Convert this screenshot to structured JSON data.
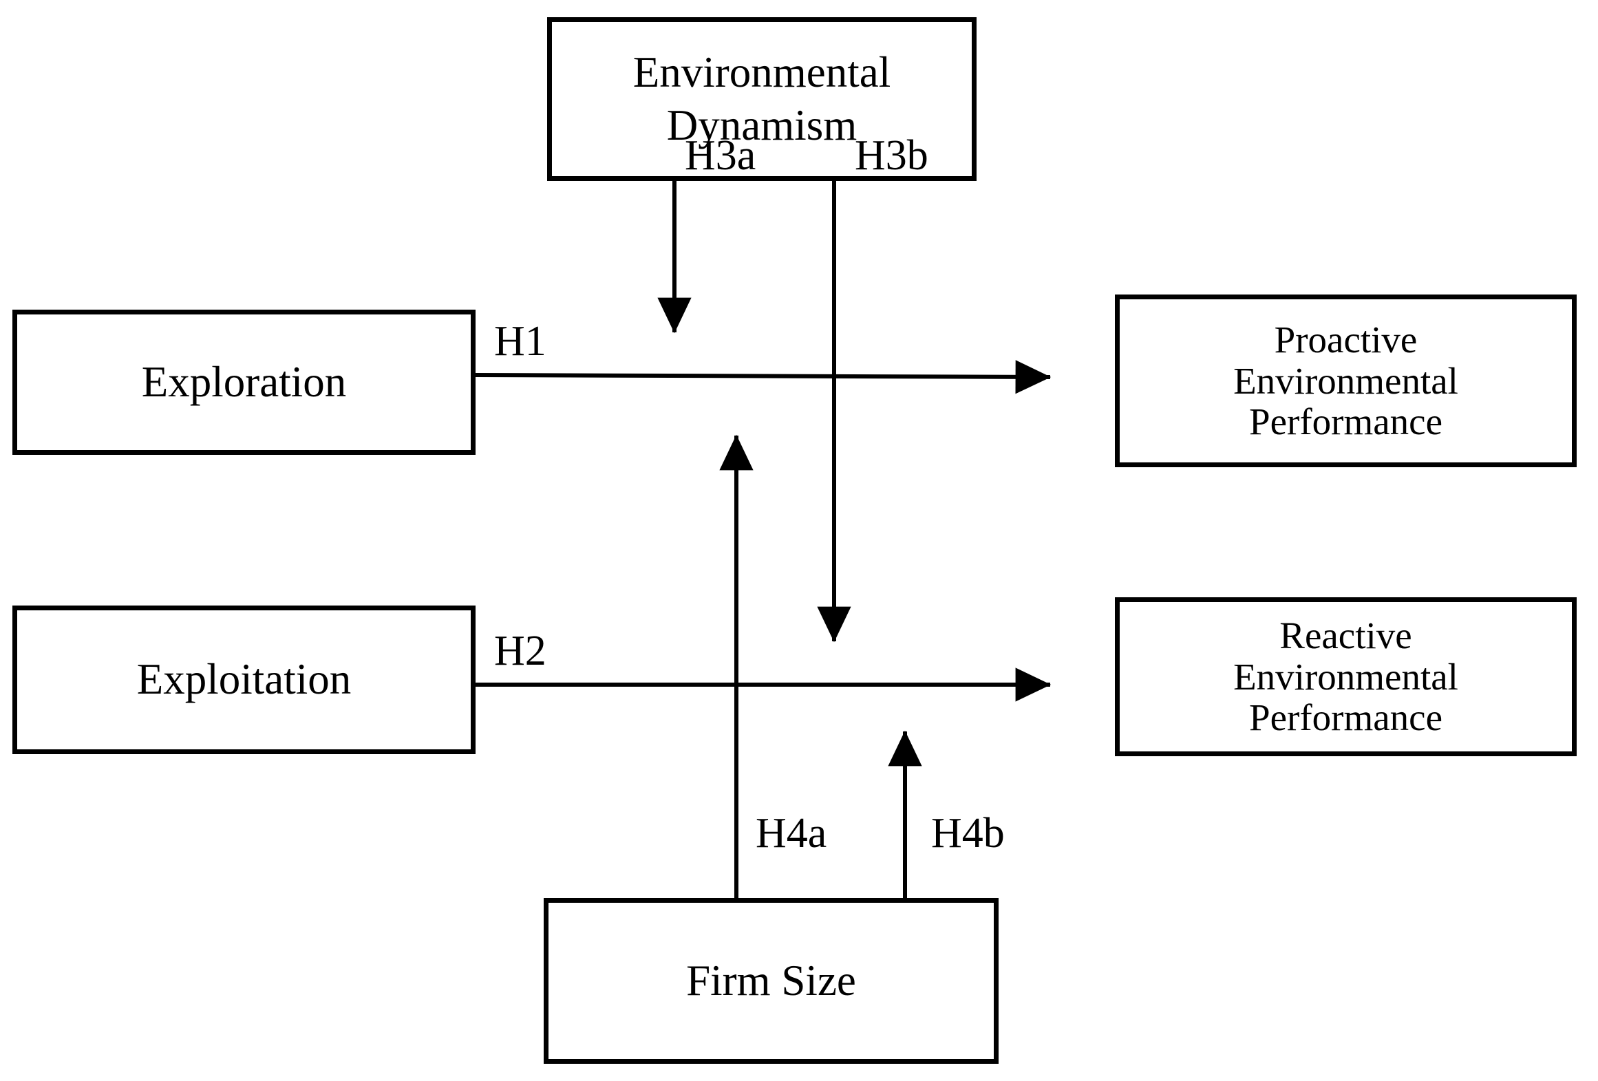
{
  "diagram": {
    "title": "Conceptual research model",
    "background_color": "#ffffff",
    "line_color": "#000000",
    "nodes": {
      "environmental_dynamism": {
        "label": "Environmental\nDynamism"
      },
      "exploration": {
        "label": "Exploration"
      },
      "exploitation": {
        "label": "Exploitation"
      },
      "proactive_performance": {
        "label": "Proactive\nEnvironmental\nPerformance"
      },
      "reactive_performance": {
        "label": "Reactive\nEnvironmental\nPerformance"
      },
      "firm_size": {
        "label": "Firm Size"
      }
    },
    "edges": {
      "h1": {
        "label": "H1",
        "from": "exploration",
        "to": "proactive_performance",
        "kind": "direct"
      },
      "h2": {
        "label": "H2",
        "from": "exploitation",
        "to": "reactive_performance",
        "kind": "direct"
      },
      "h3a": {
        "label": "H3a",
        "from": "environmental_dynamism",
        "to": "h1",
        "kind": "moderator"
      },
      "h3b": {
        "label": "H3b",
        "from": "environmental_dynamism",
        "to": "h2",
        "kind": "moderator"
      },
      "h4a": {
        "label": "H4a",
        "from": "firm_size",
        "to": "h1",
        "kind": "moderator"
      },
      "h4b": {
        "label": "H4b",
        "from": "firm_size",
        "to": "h2",
        "kind": "moderator"
      }
    }
  }
}
